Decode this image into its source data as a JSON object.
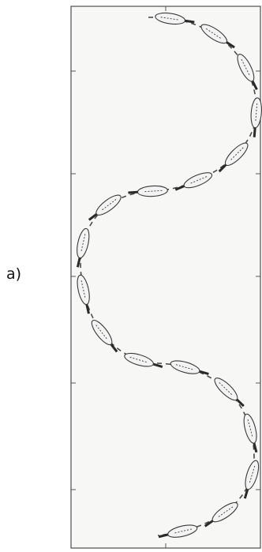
{
  "panel": {
    "label": "a)"
  },
  "colors": {
    "frame": "#5a5a5a",
    "path": "#4a4a4a",
    "cell_fill": "#f3f3f3",
    "cell_stroke": "#3a3a3a",
    "flagellum": "#2a2a2a",
    "background": "#f7f7f5"
  },
  "icons": {
    "cell": "swimming-cell-icon",
    "path": "sinusoidal-trajectory"
  },
  "trajectory": {
    "type": "sinusoidal",
    "cell_count": 18
  }
}
